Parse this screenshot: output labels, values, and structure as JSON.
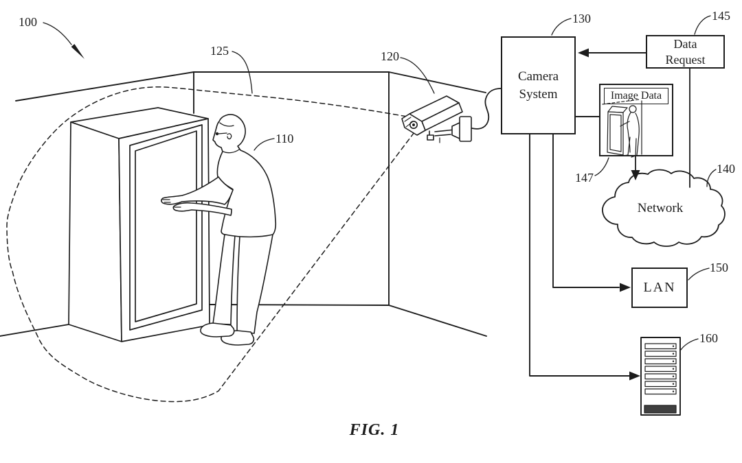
{
  "figure_caption": "FIG. 1",
  "ref_labels": {
    "r100": "100",
    "r110": "110",
    "r120": "120",
    "r125": "125",
    "r130": "130",
    "r140": "140",
    "r145": "145",
    "r147": "147",
    "r150": "150",
    "r160": "160"
  },
  "nodes": {
    "camera_system": "Camera\nSystem",
    "data_request": "Data\nRequest",
    "image_data": "Image Data",
    "network": "Network",
    "lan": "LAN"
  },
  "colors": {
    "ink": "#1c1c1c",
    "background": "#ffffff"
  }
}
